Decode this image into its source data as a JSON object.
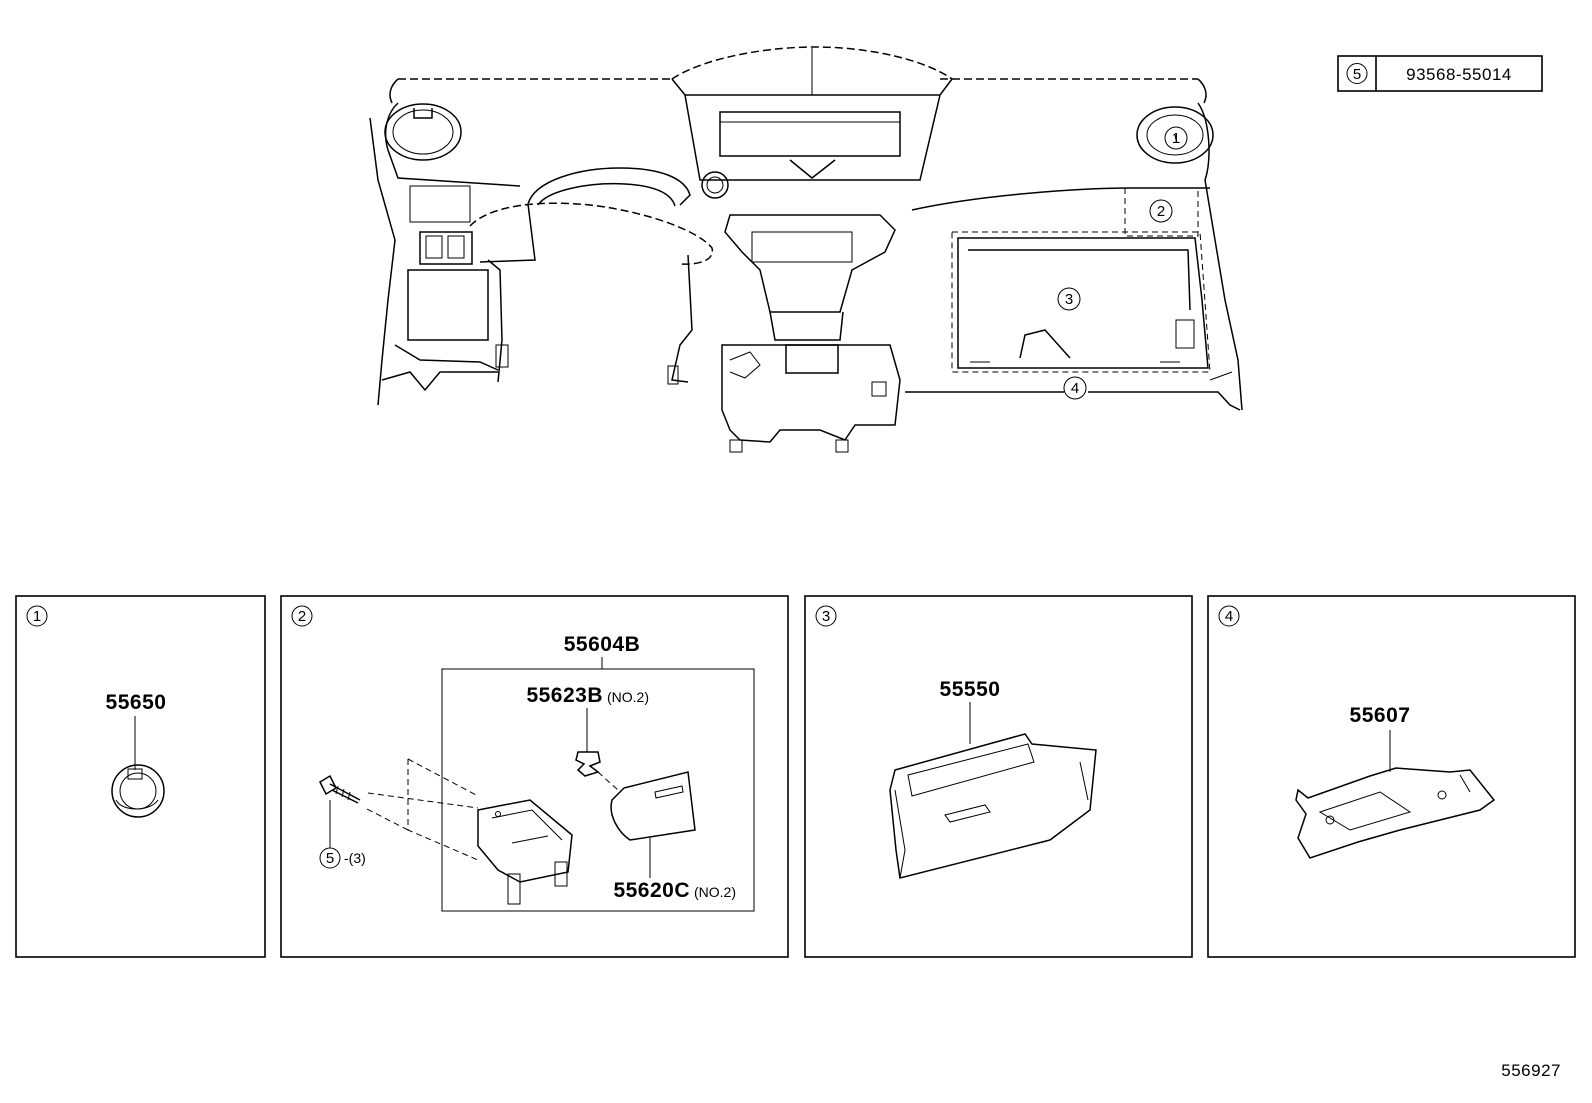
{
  "legend": {
    "callout": "5",
    "part_number": "93568-55014"
  },
  "overview": {
    "callouts": [
      "1",
      "2",
      "3",
      "4"
    ]
  },
  "panels": [
    {
      "callout": "1",
      "parts": [
        {
          "number": "55650"
        }
      ]
    },
    {
      "callout": "2",
      "assembly": "55604B",
      "parts": [
        {
          "number": "55623B",
          "note": "(NO.2)"
        },
        {
          "number": "55620C",
          "note": "(NO.2)"
        }
      ],
      "fastener": {
        "callout": "5",
        "qty": "-(3)"
      }
    },
    {
      "callout": "3",
      "parts": [
        {
          "number": "55550"
        }
      ]
    },
    {
      "callout": "4",
      "parts": [
        {
          "number": "55607"
        }
      ]
    }
  ],
  "figure_id": "556927"
}
